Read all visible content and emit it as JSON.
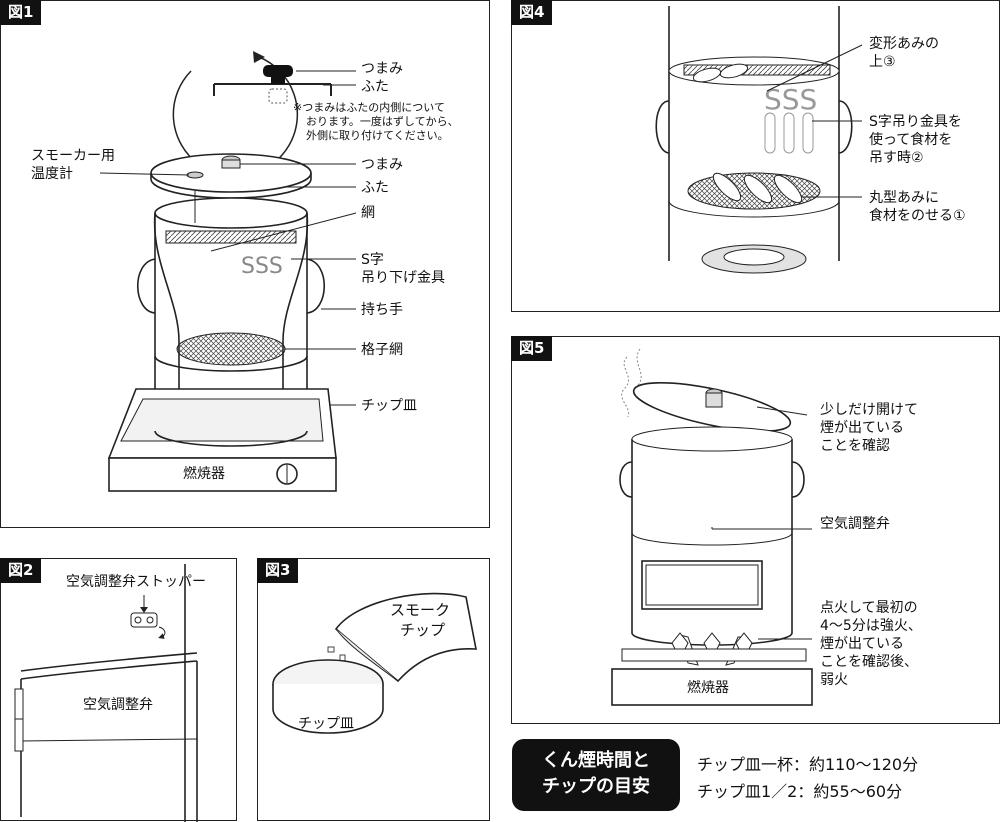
{
  "fig1": {
    "tag": "図1",
    "inset_knob": "つまみ",
    "inset_lid": "ふた",
    "inset_note_1": "※つまみはふたの内側について",
    "inset_note_2": "おります。一度はずしてから、",
    "inset_note_3": "外側に取り付けてください。",
    "thermometer_1": "スモーカー用",
    "thermometer_2": "温度計",
    "knob": "つまみ",
    "lid": "ふた",
    "net": "網",
    "hook_1": "S字",
    "hook_2": "吊り下げ金具",
    "handle": "持ち手",
    "grid_net": "格子網",
    "chip_dish": "チップ皿",
    "burner": "燃焼器"
  },
  "fig2": {
    "tag": "図2",
    "stopper": "空気調整弁ストッパー",
    "valve": "空気調整弁"
  },
  "fig3": {
    "tag": "図3",
    "bag_1": "スモーク",
    "bag_2": "チップ",
    "dish": "チップ皿"
  },
  "fig4": {
    "tag": "図4",
    "deform_1": "変形あみの",
    "deform_2": "上③",
    "hook_1": "S字吊り金具を",
    "hook_2": "使って食材を",
    "hook_3": "吊す時②",
    "round_1": "丸型あみに",
    "round_2": "食材をのせる①"
  },
  "fig5": {
    "tag": "図5",
    "open_1": "少しだけ開けて",
    "open_2": "煙が出ている",
    "open_3": "ことを確認",
    "valve": "空気調整弁",
    "fire_1": "点火して最初の",
    "fire_2": "4〜5分は強火、",
    "fire_3": "煙が出ている",
    "fire_4": "ことを確認後、",
    "fire_5": "弱火",
    "burner": "燃焼器"
  },
  "guide": {
    "title_1": "くん煙時間と",
    "title_2": "チップの目安",
    "line_1": "チップ皿一杯：約110〜120分",
    "line_2": "チップ皿1／2：約55〜60分"
  }
}
